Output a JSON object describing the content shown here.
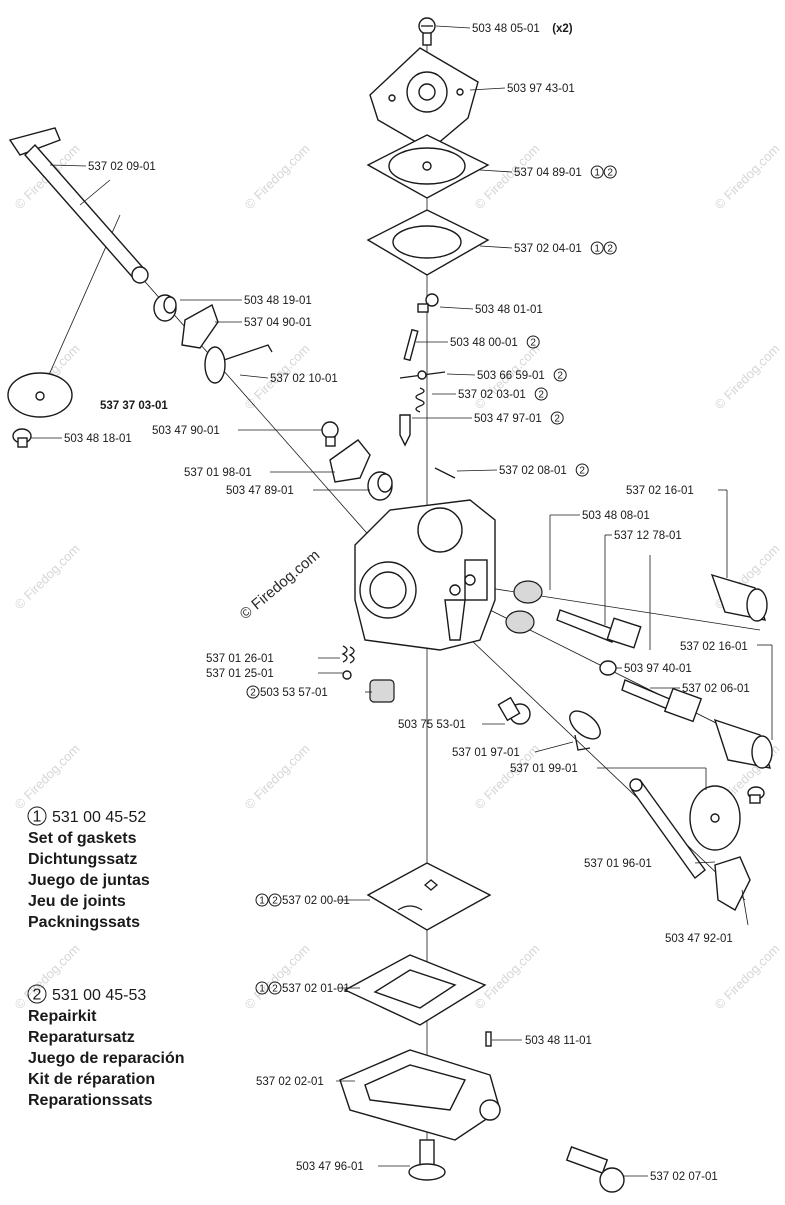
{
  "watermarks": {
    "main": "© Firedog.com",
    "faint": "© Firedog.com"
  },
  "callouts": [
    {
      "id": "c1",
      "num": "503 48 05-01",
      "suffix": "(x2)",
      "circles": []
    },
    {
      "id": "c2",
      "num": "503 97 43-01",
      "suffix": "",
      "circles": []
    },
    {
      "id": "c3",
      "num": "537 04 89-01",
      "suffix": "",
      "circles": [
        "1",
        "2"
      ]
    },
    {
      "id": "c4",
      "num": "537 02 04-01",
      "suffix": "",
      "circles": [
        "1",
        "2"
      ]
    },
    {
      "id": "c5",
      "num": "503 48 01-01",
      "suffix": "",
      "circles": []
    },
    {
      "id": "c6",
      "num": "503 48 00-01",
      "suffix": "",
      "circles": [
        "2"
      ]
    },
    {
      "id": "c7",
      "num": "503 66 59-01",
      "suffix": "",
      "circles": [
        "2"
      ]
    },
    {
      "id": "c8",
      "num": "537 02 03-01",
      "suffix": "",
      "circles": [
        "2"
      ]
    },
    {
      "id": "c9",
      "num": "503 47 97-01",
      "suffix": "",
      "circles": [
        "2"
      ]
    },
    {
      "id": "c10",
      "num": "537 02 08-01",
      "suffix": "",
      "circles": [
        "2"
      ]
    },
    {
      "id": "c11",
      "num": "537 02 09-01",
      "suffix": "",
      "circles": []
    },
    {
      "id": "c12",
      "num": "503 48 19-01",
      "suffix": "",
      "circles": []
    },
    {
      "id": "c13",
      "num": "537 04 90-01",
      "suffix": "",
      "circles": []
    },
    {
      "id": "c14",
      "num": "537 02 10-01",
      "suffix": "",
      "circles": []
    },
    {
      "id": "c15",
      "num": "537 37 03-01",
      "suffix": "",
      "circles": [],
      "bold": true
    },
    {
      "id": "c16",
      "num": "503 48 18-01",
      "suffix": "",
      "circles": []
    },
    {
      "id": "c17",
      "num": "503 47 90-01",
      "suffix": "",
      "circles": []
    },
    {
      "id": "c18",
      "num": "537 01 98-01",
      "suffix": "",
      "circles": []
    },
    {
      "id": "c19",
      "num": "503 47 89-01",
      "suffix": "",
      "circles": []
    },
    {
      "id": "c20",
      "num": "537 02 16-01",
      "suffix": "",
      "circles": []
    },
    {
      "id": "c21",
      "num": "503 48 08-01",
      "suffix": "",
      "circles": []
    },
    {
      "id": "c22",
      "num": "537 12 78-01",
      "suffix": "",
      "circles": []
    },
    {
      "id": "c23",
      "num": "537 02 16-01",
      "suffix": "",
      "circles": []
    },
    {
      "id": "c24",
      "num": "537 01 26-01",
      "suffix": "",
      "circles": []
    },
    {
      "id": "c25",
      "num": "537 01 25-01",
      "suffix": "",
      "circles": []
    },
    {
      "id": "c26",
      "num": "503 53 57-01",
      "suffix": "",
      "circles": [
        "2"
      ],
      "circleFirst": true
    },
    {
      "id": "c27",
      "num": "503 97 40-01",
      "suffix": "",
      "circles": []
    },
    {
      "id": "c28",
      "num": "537 02 06-01",
      "suffix": "",
      "circles": []
    },
    {
      "id": "c29",
      "num": "503 75 53-01",
      "suffix": "",
      "circles": []
    },
    {
      "id": "c30",
      "num": "537 01 97-01",
      "suffix": "",
      "circles": []
    },
    {
      "id": "c31",
      "num": "537 01 99-01",
      "suffix": "",
      "circles": []
    },
    {
      "id": "c32",
      "num": "537 01 96-01",
      "suffix": "",
      "circles": []
    },
    {
      "id": "c33",
      "num": "503 47 92-01",
      "suffix": "",
      "circles": []
    },
    {
      "id": "c34",
      "num": "537 02 00-01",
      "suffix": "",
      "circles": [
        "1",
        "2"
      ],
      "circleFirst": true
    },
    {
      "id": "c35",
      "num": "537 02 01-01",
      "suffix": "",
      "circles": [
        "1",
        "2"
      ],
      "circleFirst": true
    },
    {
      "id": "c36",
      "num": "503 48 11-01",
      "suffix": "",
      "circles": []
    },
    {
      "id": "c37",
      "num": "537 02 02-01",
      "suffix": "",
      "circles": []
    },
    {
      "id": "c38",
      "num": "503 47 96-01",
      "suffix": "",
      "circles": []
    },
    {
      "id": "c39",
      "num": "537 02 07-01",
      "suffix": "",
      "circles": []
    }
  ],
  "legends": [
    {
      "marker": "1",
      "part_number": "531 00 45-52",
      "lines": [
        "Set of gaskets",
        "Dichtungssatz",
        "Juego de juntas",
        "Jeu de joints",
        "Packningssats"
      ]
    },
    {
      "marker": "2",
      "part_number": "531 00 45-53",
      "lines": [
        "Repairkit",
        "Reparatursatz",
        "Juego de reparación",
        "Kit de réparation",
        "Reparationssats"
      ]
    }
  ]
}
